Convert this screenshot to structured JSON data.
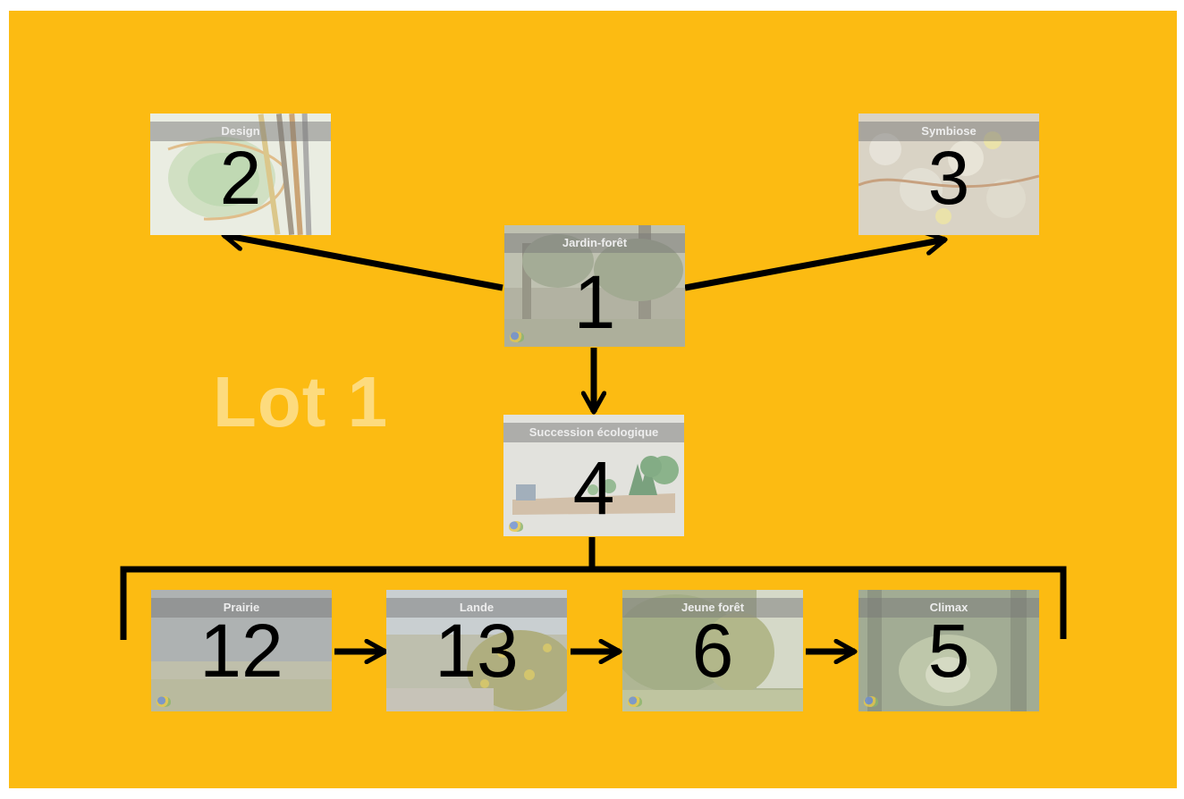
{
  "lot_label": "Lot 1",
  "colors": {
    "background": "#FCBB12",
    "line": "#000000",
    "number": "#000000",
    "lot_label": "#FDDB7E",
    "title_text": "#EDEDED"
  },
  "nodes": [
    {
      "id": "1",
      "number": "1",
      "title": "Jardin-forêt"
    },
    {
      "id": "2",
      "number": "2",
      "title": "Design"
    },
    {
      "id": "3",
      "number": "3",
      "title": "Symbiose"
    },
    {
      "id": "4",
      "number": "4",
      "title": "Succession écologique"
    },
    {
      "id": "12",
      "number": "12",
      "title": "Prairie"
    },
    {
      "id": "13",
      "number": "13",
      "title": "Lande"
    },
    {
      "id": "6",
      "number": "6",
      "title": "Jeune forêt"
    },
    {
      "id": "5",
      "number": "5",
      "title": "Climax"
    }
  ],
  "edges": [
    {
      "from": "1",
      "to": "2"
    },
    {
      "from": "1",
      "to": "3"
    },
    {
      "from": "1",
      "to": "4"
    },
    {
      "from": "12",
      "to": "13"
    },
    {
      "from": "13",
      "to": "6"
    },
    {
      "from": "6",
      "to": "5"
    }
  ],
  "groups": [
    {
      "parent": "4",
      "children": [
        "12",
        "13",
        "6",
        "5"
      ]
    }
  ]
}
